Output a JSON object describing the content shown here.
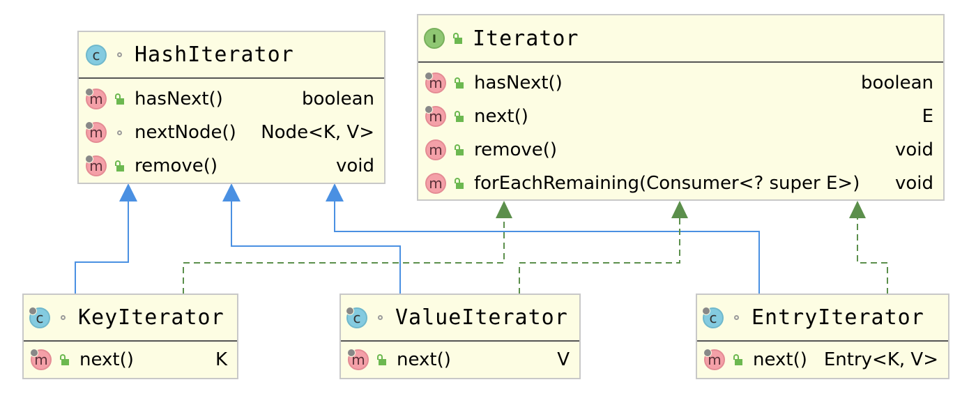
{
  "colors": {
    "box_fill": "#fdfde3",
    "box_border": "#c8c8c8",
    "extends_edge": "#4a90e2",
    "implements_edge": "#5b8f4b"
  },
  "classes": {
    "hash_iterator": {
      "icon": "class-icon",
      "visibility": "package-private-icon",
      "name": "HashIterator",
      "methods": [
        {
          "icon": "method-icon",
          "visibility": "public-lock-icon",
          "name": "hasNext()",
          "type": "boolean"
        },
        {
          "icon": "method-icon",
          "visibility": "package-private-icon",
          "name": "nextNode()",
          "type": "Node<K, V>"
        },
        {
          "icon": "method-icon",
          "visibility": "public-lock-icon",
          "name": "remove()",
          "type": "void"
        }
      ]
    },
    "iterator": {
      "icon": "interface-icon",
      "visibility": "public-lock-icon",
      "name": "Iterator",
      "methods": [
        {
          "icon": "method-icon",
          "visibility": "public-lock-icon",
          "name": "hasNext()",
          "type": "boolean"
        },
        {
          "icon": "method-icon",
          "visibility": "public-lock-icon",
          "name": "next()",
          "type": "E"
        },
        {
          "icon": "method-icon",
          "visibility": "public-lock-icon",
          "name": "remove()",
          "type": "void"
        },
        {
          "icon": "method-icon",
          "visibility": "public-lock-icon",
          "name": "forEachRemaining(Consumer<? super E>)",
          "type": "void"
        }
      ]
    },
    "key_iterator": {
      "icon": "class-icon",
      "visibility": "package-private-icon",
      "name": "KeyIterator",
      "methods": [
        {
          "icon": "method-icon",
          "visibility": "public-lock-icon",
          "name": "next()",
          "type": "K"
        }
      ]
    },
    "value_iterator": {
      "icon": "class-icon",
      "visibility": "package-private-icon",
      "name": "ValueIterator",
      "methods": [
        {
          "icon": "method-icon",
          "visibility": "public-lock-icon",
          "name": "next()",
          "type": "V"
        }
      ]
    },
    "entry_iterator": {
      "icon": "class-icon",
      "visibility": "package-private-icon",
      "name": "EntryIterator",
      "methods": [
        {
          "icon": "method-icon",
          "visibility": "public-lock-icon",
          "name": "next()",
          "type": "Entry<K, V>"
        }
      ]
    }
  },
  "relations": [
    {
      "from": "KeyIterator",
      "to": "HashIterator",
      "kind": "extends"
    },
    {
      "from": "ValueIterator",
      "to": "HashIterator",
      "kind": "extends"
    },
    {
      "from": "EntryIterator",
      "to": "HashIterator",
      "kind": "extends"
    },
    {
      "from": "KeyIterator",
      "to": "Iterator",
      "kind": "implements"
    },
    {
      "from": "ValueIterator",
      "to": "Iterator",
      "kind": "implements"
    },
    {
      "from": "EntryIterator",
      "to": "Iterator",
      "kind": "implements"
    }
  ]
}
